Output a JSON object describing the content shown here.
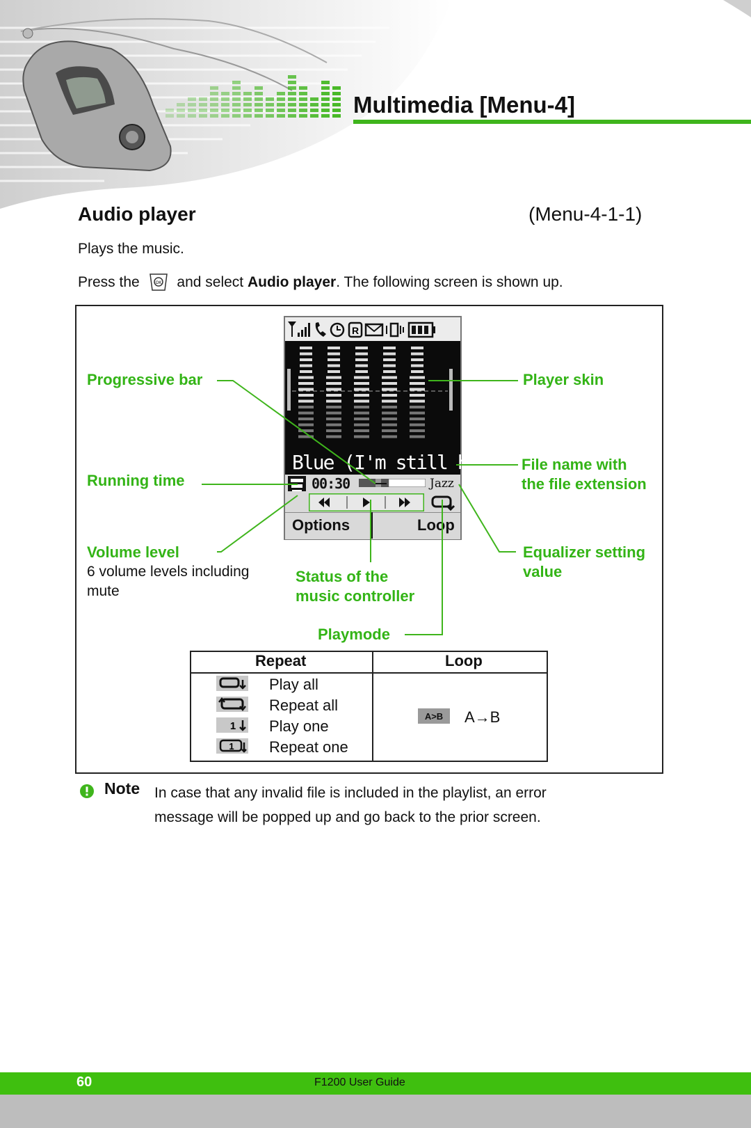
{
  "header": {
    "chapter_title": "Multimedia [Menu-4]",
    "accent_color": "#3fb51c"
  },
  "section": {
    "title": "Audio player",
    "menu_code": "(Menu-4-1-1)",
    "intro": "Plays the music.",
    "instruction_before": "Press the",
    "instruction_key_icon": "menu-key-icon",
    "instruction_middle": "and select",
    "instruction_bold": "Audio player",
    "instruction_after": ". The following screen is shown up."
  },
  "phone_screen": {
    "title_text": "Blue (I'm still here",
    "time": "00:30",
    "equalizer": "Jazz",
    "softkey_left": "Options",
    "softkey_right": "Loop",
    "progress": 0.45,
    "volume_level_bars": 6
  },
  "callouts": {
    "progressive_bar": "Progressive bar",
    "player_skin": "Player skin",
    "running_time": "Running time",
    "file_name_line1": "File name with",
    "file_name_line2": "the file extension",
    "volume_level": "Volume level",
    "volume_desc_line1": "6 volume levels including",
    "volume_desc_line2": "mute",
    "status_line1": "Status of the",
    "status_line2": "music controller",
    "equalizer_line1": "Equalizer setting",
    "equalizer_line2": "value",
    "playmode": "Playmode"
  },
  "mode_table": {
    "headers": [
      "Repeat",
      "Loop"
    ],
    "repeat_rows": [
      {
        "icon": "play-all-icon",
        "label": "Play all"
      },
      {
        "icon": "repeat-all-icon",
        "label": "Repeat all"
      },
      {
        "icon": "play-one-icon",
        "label": "Play one"
      },
      {
        "icon": "repeat-one-icon",
        "label": "Repeat one"
      }
    ],
    "loop_icon": "a-b-icon",
    "loop_icon_text": "A>B",
    "loop_label": "A→B"
  },
  "note": {
    "label": "Note",
    "line1": "In case that any invalid file is included in the playlist, an error",
    "line2": "message will be popped up and go back to the prior screen."
  },
  "footer": {
    "page_number": "60",
    "guide_name": "F1200 User Guide",
    "bar_color": "#3fbf0f"
  }
}
